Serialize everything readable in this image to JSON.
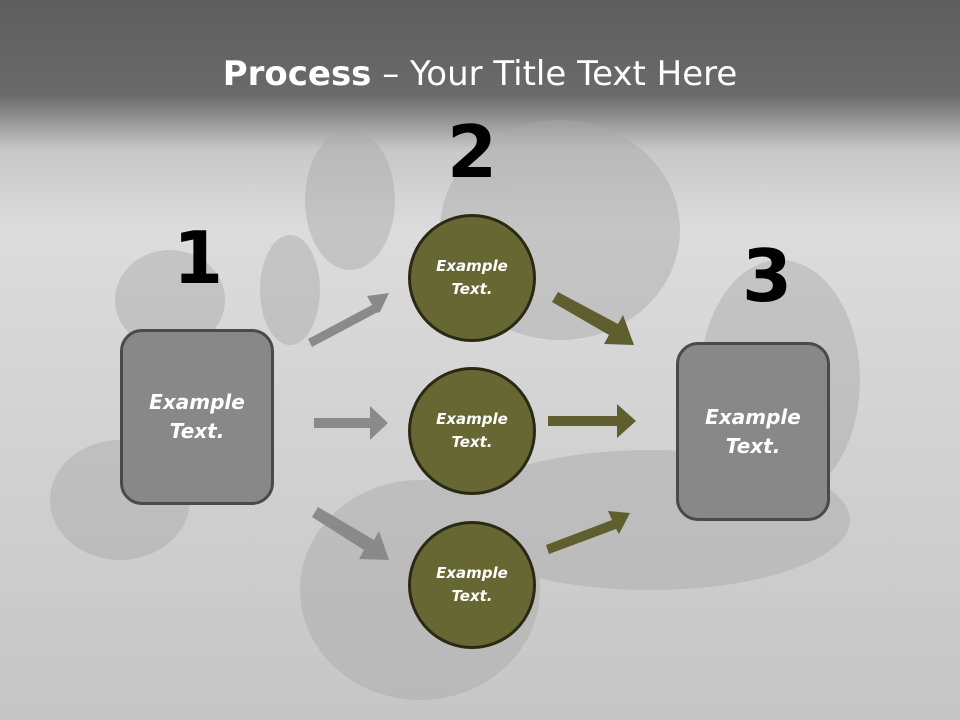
{
  "title": {
    "bold": "Process",
    "rest": " – Your Title Text Here"
  },
  "step_numbers": [
    "1",
    "2",
    "3"
  ],
  "left_box": {
    "text": "Example\nText."
  },
  "right_box": {
    "text": "Example\nText."
  },
  "circles": [
    {
      "text": "Example\nText."
    },
    {
      "text": "Example\nText."
    },
    {
      "text": "Example\nText."
    }
  ],
  "colors": {
    "grey_arrow": "#8a8a8a",
    "olive_arrow": "#5e5e2e",
    "circle_fill": "#676734",
    "box_fill": "#888888"
  }
}
